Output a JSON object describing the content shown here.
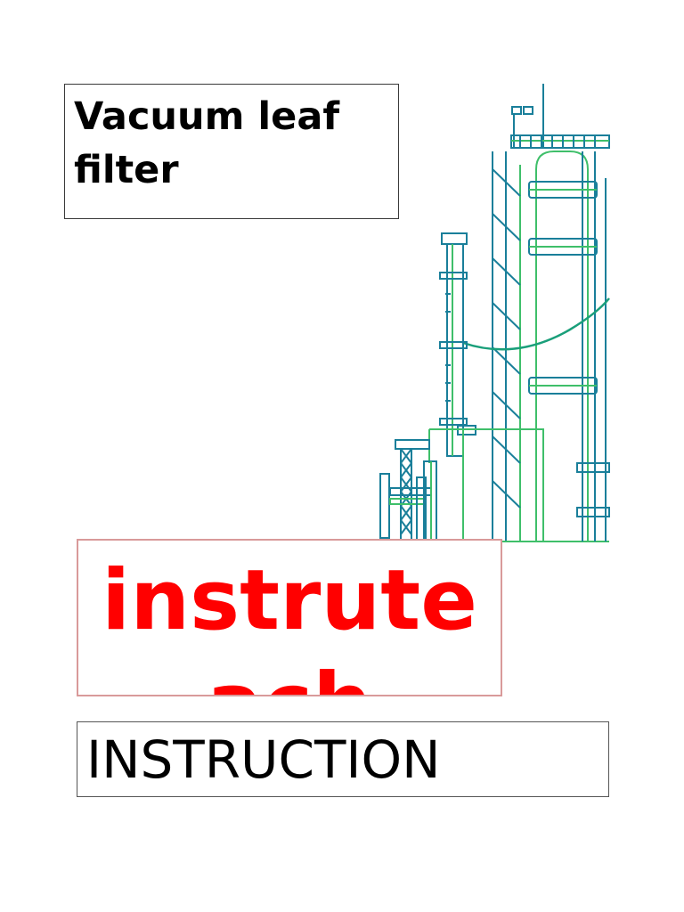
{
  "document": {
    "title": "Vacuum leaf filter",
    "brand": "instruteach",
    "label": "INSTRUCTION"
  },
  "illustration": {
    "subject": "industrial-column-icon",
    "colors": {
      "teal": "#1a7f9a",
      "green": "#3fbf6a",
      "dark_teal": "#12607a"
    }
  }
}
